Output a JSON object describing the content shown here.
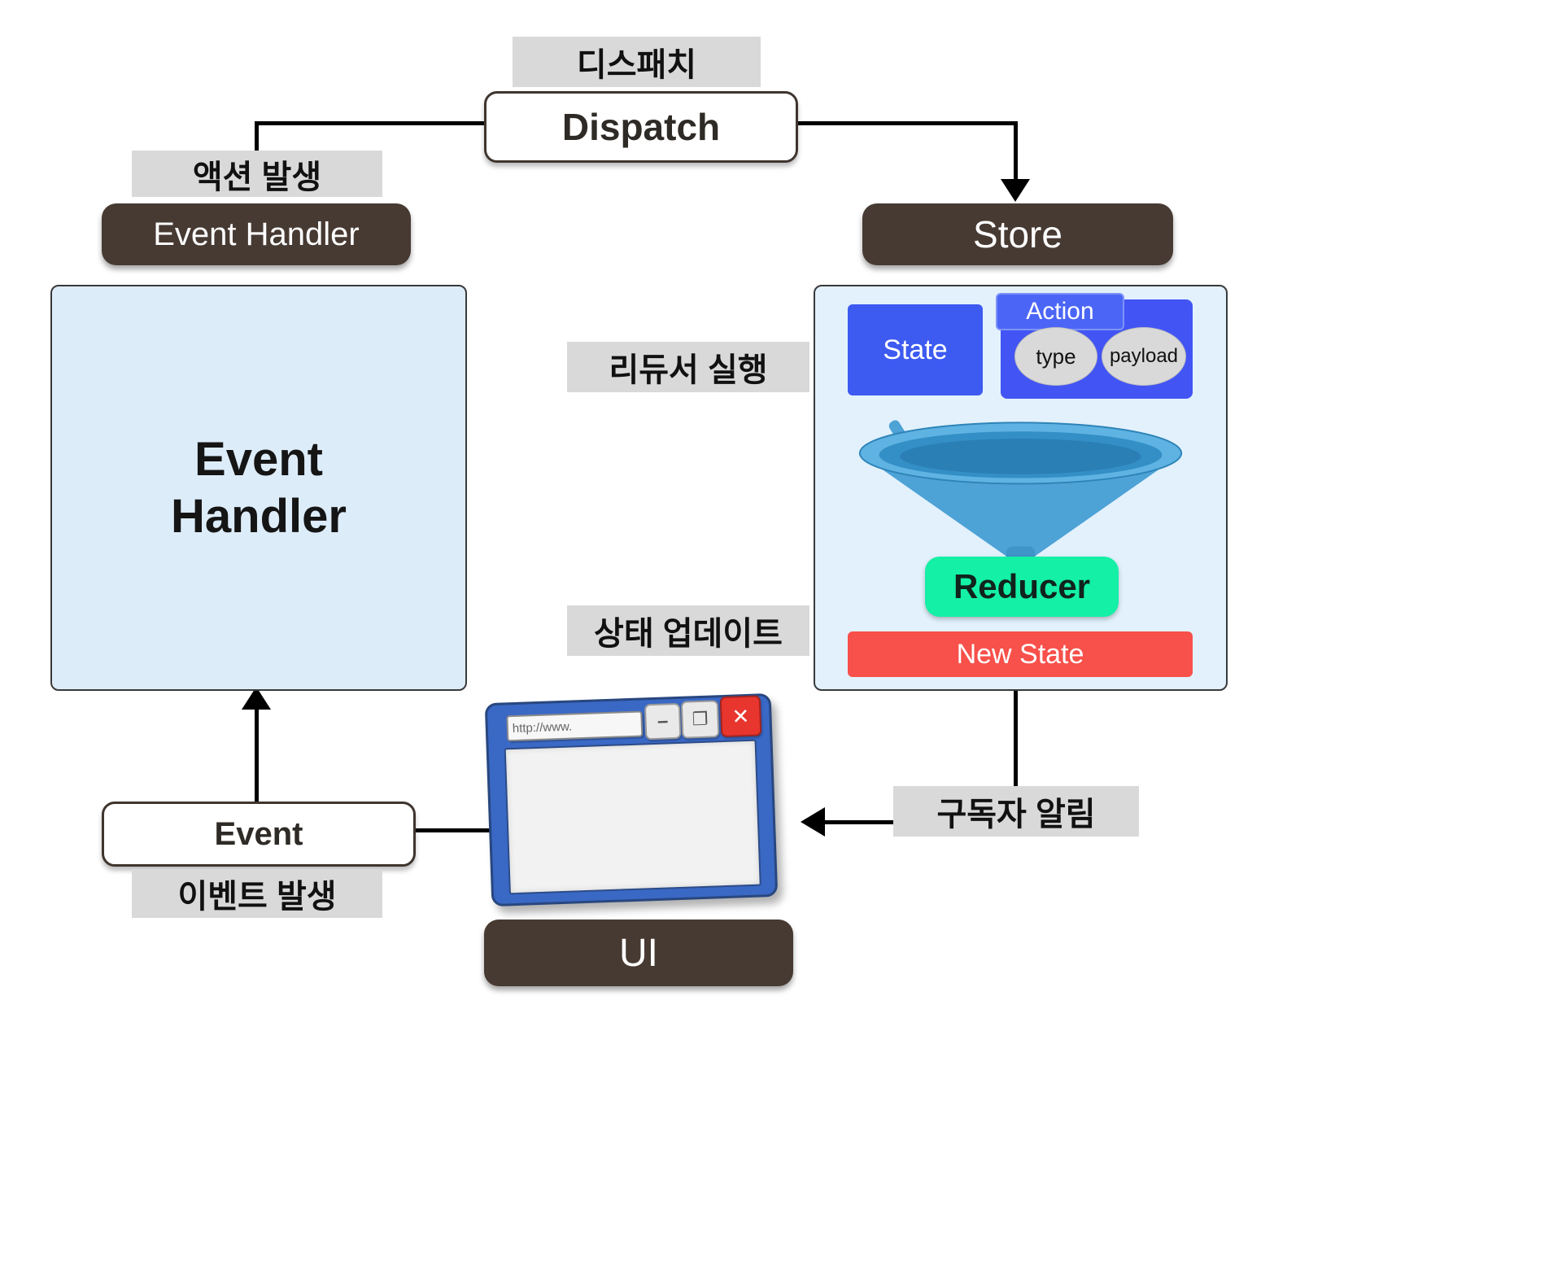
{
  "colors": {
    "dark_box": "#473a33",
    "label_bg": "#d9d9d9",
    "panel_blue": "#ddeefa",
    "accent_blue": "#3d5af1",
    "accent_green": "#14f0a5",
    "accent_red": "#f8504a",
    "browser_frame": "#3a68c5"
  },
  "top": {
    "dispatch_ko": "디스패치",
    "dispatch": "Dispatch"
  },
  "event_handler": {
    "annotation": "액션 발생",
    "tag": "Event Handler",
    "title": "Event Handler"
  },
  "store": {
    "tag": "Store",
    "state": "State",
    "action": {
      "title": "Action",
      "type": "type",
      "payload": "payload"
    },
    "reducer": "Reducer",
    "new_state": "New State"
  },
  "annotations": {
    "reducer_run": "리듀서 실행",
    "state_update": "상태 업데이트",
    "subscriber_notify": "구독자 알림",
    "event_occurs": "이벤트 발생"
  },
  "event": {
    "label": "Event"
  },
  "ui": {
    "tag": "UI",
    "url": "http://www.",
    "icons": {
      "minimize": "–",
      "restore": "❐",
      "close": "✕"
    }
  }
}
